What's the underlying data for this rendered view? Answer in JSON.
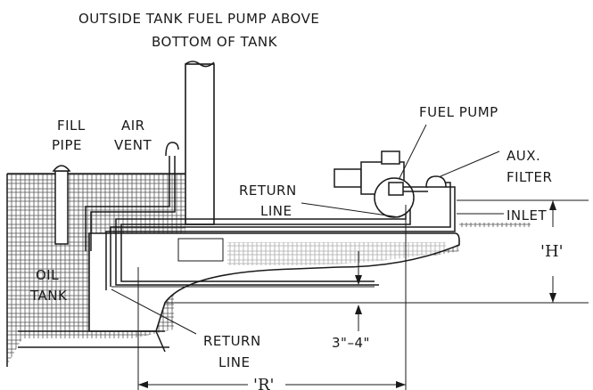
{
  "title_line1": "OUTSIDE TANK FUEL PUMP ABOVE",
  "title_line2": "BOTTOM OF TANK",
  "labels": {
    "fill_pipe_1": "FILL",
    "fill_pipe_2": "PIPE",
    "air_vent_1": "AIR",
    "air_vent_2": "VENT",
    "fuel_pump": "FUEL PUMP",
    "aux_filter_1": "AUX.",
    "aux_filter_2": "FILTER",
    "return_line_top_1": "RETURN",
    "return_line_top_2": "LINE",
    "inlet": "INLET",
    "oil_tank_1": "OIL",
    "oil_tank_2": "TANK",
    "return_line_bottom_1": "RETURN",
    "return_line_bottom_2": "LINE",
    "gap": "3\"–4\"",
    "h_dim": "'H'",
    "r_dim": "'R'"
  }
}
